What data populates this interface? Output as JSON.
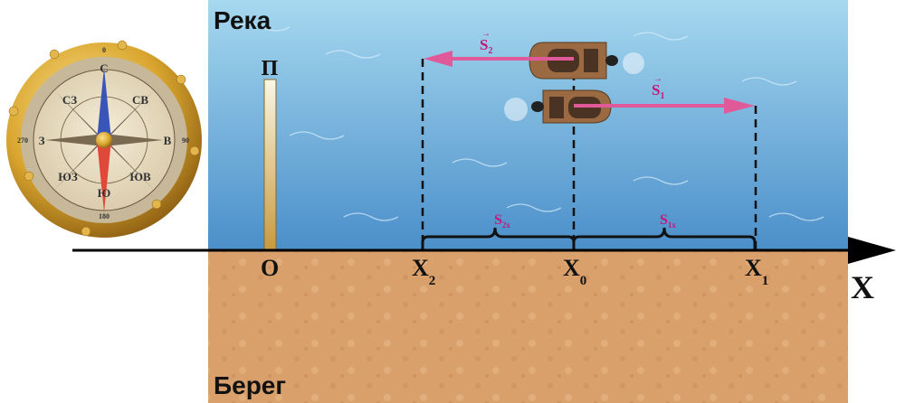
{
  "river_label": "Река",
  "shore_label": "Берег",
  "pole_label": "П",
  "origin_label": "O",
  "axis_label": "X",
  "points": {
    "x2": "X",
    "x2_sub": "2",
    "x0": "X",
    "x0_sub": "0",
    "x1": "X",
    "x1_sub": "1"
  },
  "vectors": {
    "s1": "S",
    "s1_sub": "1",
    "s2": "S",
    "s2_sub": "2"
  },
  "projections": {
    "s1x": "S",
    "s1x_sub": "1x",
    "s2x": "S",
    "s2x_sub": "2x"
  },
  "compass": {
    "n": "С",
    "ne": "СВ",
    "e": "В",
    "se": "ЮВ",
    "s": "Ю",
    "sw": "ЮЗ",
    "w": "З",
    "nw": "СЗ",
    "deg0": "0",
    "deg90": "90",
    "deg180": "180",
    "deg270": "270"
  },
  "colors": {
    "vector": "#e05a9a",
    "label_vector": "#c2187a",
    "water_top": "#a6d8ef",
    "water_bottom": "#4b8fca",
    "sand": "#d9a06c"
  }
}
